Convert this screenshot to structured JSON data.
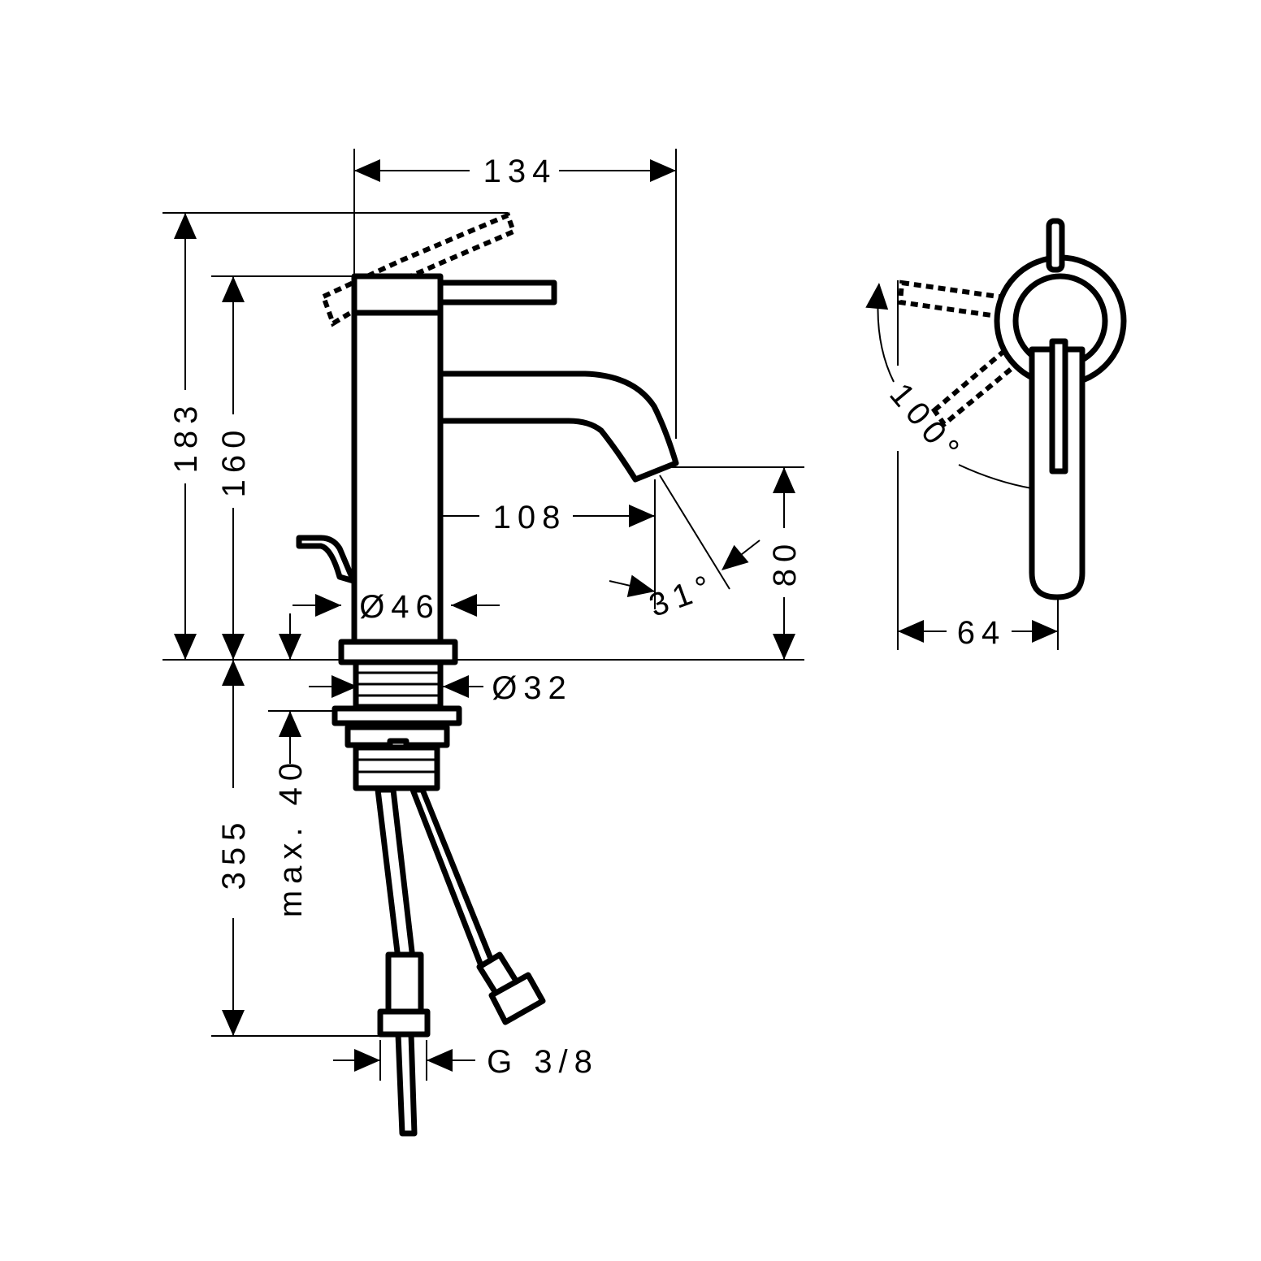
{
  "dimensions": {
    "total_depth": "134",
    "height_lever_open": "183",
    "height_lever_closed": "160",
    "spout_reach": "108",
    "spout_height": "80",
    "spout_angle": "31°",
    "body_diameter": "Ø46",
    "shank_diameter": "Ø32",
    "max_counter_thickness": "max. 40",
    "hose_length": "355",
    "connection_thread": "G 3/8",
    "lever_rotation": "100°",
    "lever_width": "64"
  },
  "colors": {
    "line": "#000000",
    "background": "#ffffff"
  }
}
